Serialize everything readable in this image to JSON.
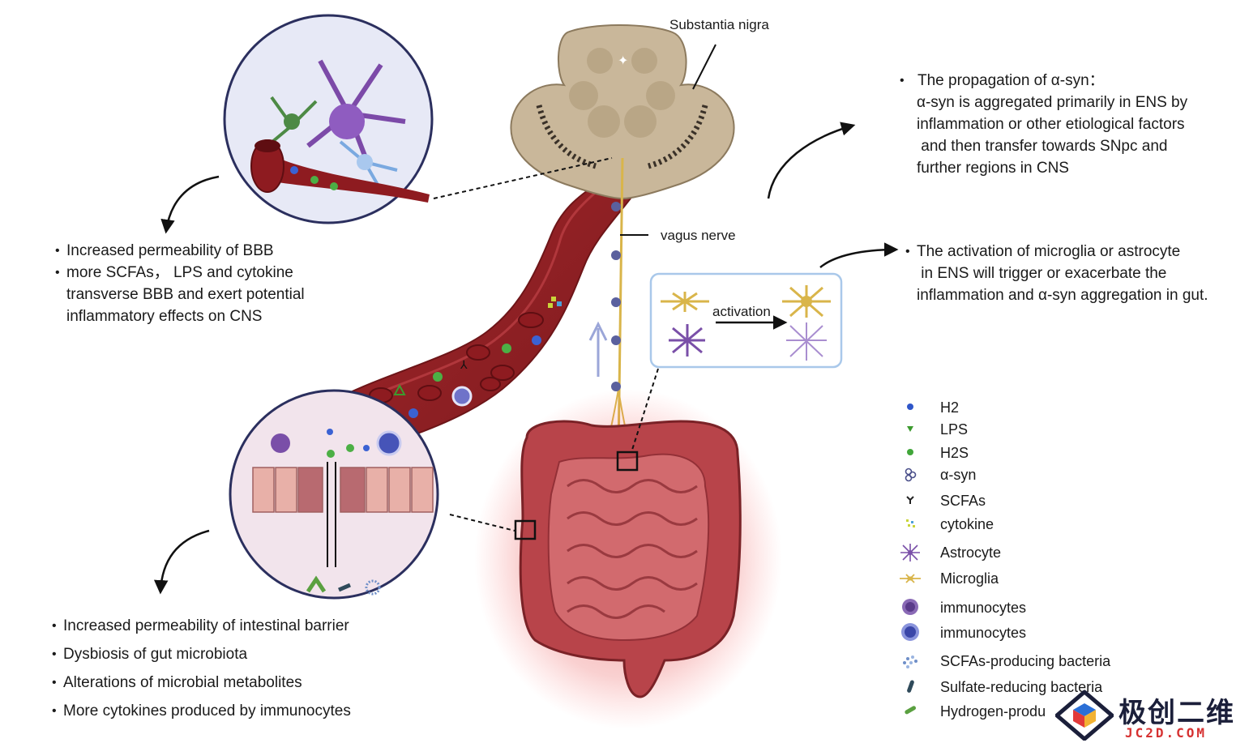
{
  "brain": {
    "label": "Substantia nigra"
  },
  "nerve": {
    "label": "vagus nerve"
  },
  "activation": {
    "label": "activation"
  },
  "bbb_effects": [
    "Increased permeability of BBB",
    "more SCFAs， LPS and cytokine",
    "transverse BBB and exert potential",
    "inflammatory effects on CNS"
  ],
  "propagation": [
    "The propagation of α-syn：",
    "α-syn is aggregated primarily in ENS by",
    "inflammation or other etiological factors",
    " and then transfer towards SNpc and",
    "further regions in CNS"
  ],
  "activation_note": [
    "The activation of microglia or astrocyte",
    " in ENS will trigger or exacerbate the",
    "inflammation and α-syn aggregation in gut."
  ],
  "gut_effects": [
    "Increased permeability of intestinal barrier",
    "Dysbiosis of gut microbiota",
    "Alterations of microbial metabolites",
    "More cytokines produced by immunocytes"
  ],
  "legend": [
    {
      "label": "H2",
      "icon": "blue-dot-icon",
      "color": "#2f56c9"
    },
    {
      "label": "LPS",
      "icon": "green-triangle-icon",
      "color": "#3c9a2e"
    },
    {
      "label": "H2S",
      "icon": "green-dot-icon",
      "color": "#41a63a"
    },
    {
      "label": "α-syn",
      "icon": "alpha-syn-icon",
      "color": "#4a4f8a"
    },
    {
      "label": "SCFAs",
      "icon": "y-shape-icon",
      "color": "#222222"
    },
    {
      "label": "cytokine",
      "icon": "cytokine-icon",
      "color": "#c9d43a"
    },
    {
      "label": "Astrocyte",
      "icon": "astrocyte-icon",
      "color": "#7a4fa8"
    },
    {
      "label": "Microglia",
      "icon": "microglia-icon",
      "color": "#d9b54a"
    },
    {
      "label": "immunocytes",
      "icon": "immunocyte-purple-icon",
      "color": "#6a4a9a"
    },
    {
      "label": "immunocytes",
      "icon": "immunocyte-blue-icon",
      "color": "#4654b8"
    },
    {
      "label": "SCFAs-producing bacteria",
      "icon": "scfa-bacteria-icon",
      "color": "#6f8fc8"
    },
    {
      "label": "Sulfate-reducing bacteria",
      "icon": "sulfate-bacteria-icon",
      "color": "#2f4a5a"
    },
    {
      "label": "Hydrogen-produ",
      "icon": "hydrogen-bacteria-icon",
      "color": "#5aa040"
    }
  ],
  "watermark": {
    "title": "极创二维",
    "domain": "JC2D.COM"
  }
}
